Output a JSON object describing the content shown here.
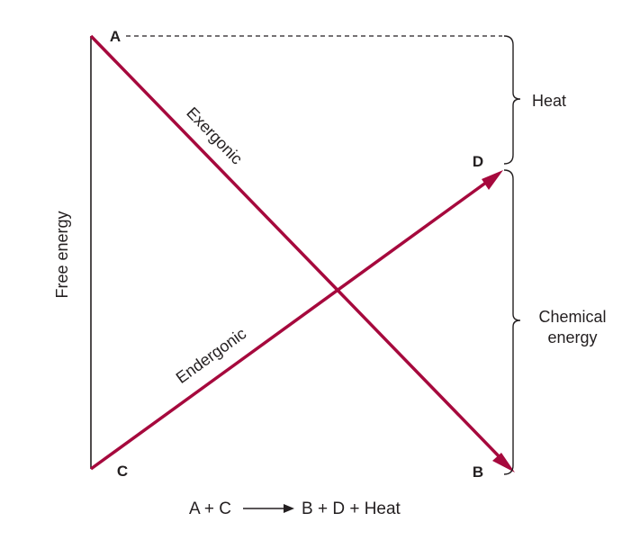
{
  "axis_label": "Free energy",
  "points": {
    "a": "A",
    "b": "B",
    "c": "C",
    "d": "D"
  },
  "lines": {
    "exergonic": "Exergonic",
    "endergonic": "Endergonic"
  },
  "brackets": {
    "heat": "Heat",
    "chemical_line1": "Chemical",
    "chemical_line2": "energy"
  },
  "equation": {
    "left": "A + C",
    "right": "B + D + Heat"
  },
  "colors": {
    "reaction_line": "#a6093d",
    "ink": "#231f20"
  }
}
